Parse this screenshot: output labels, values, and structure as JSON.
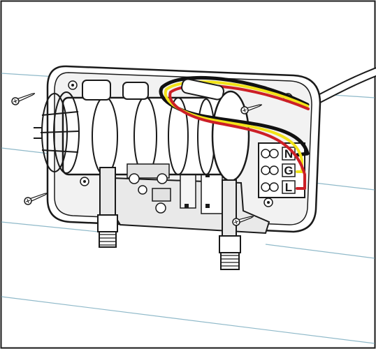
{
  "terminal_labels": {
    "neutral": "N",
    "ground": "G",
    "live": "L"
  },
  "colors": {
    "wire_red": "#cc1f26",
    "wire_yellow": "#f2e318",
    "wire_black": "#111111",
    "wall_line": "#8fb9c9",
    "outline": "#1a1a1a",
    "housing_fill": "#e9e9e9",
    "plate_fill": "#ffffff"
  },
  "icons": [
    "screw-icon",
    "pipe-fitting-icon",
    "heater-element-icon",
    "terminal-block-icon",
    "power-cable-icon"
  ]
}
